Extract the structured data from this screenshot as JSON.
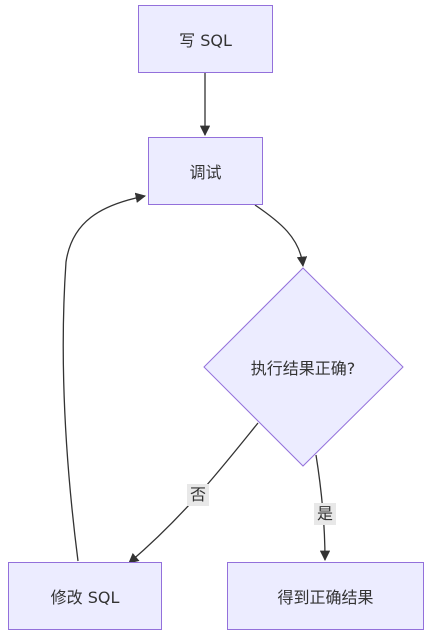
{
  "nodes": {
    "write_sql": "写 SQL",
    "debug": "调试",
    "check": "执行结果正确?",
    "modify_sql": "修改 SQL",
    "correct_result": "得到正确结果"
  },
  "edges": {
    "no_label": "否",
    "yes_label": "是"
  },
  "colors": {
    "node_fill": "#ececff",
    "node_stroke": "#9370db",
    "edge_stroke": "#333333",
    "edge_label_bg": "#e8e8e8"
  }
}
